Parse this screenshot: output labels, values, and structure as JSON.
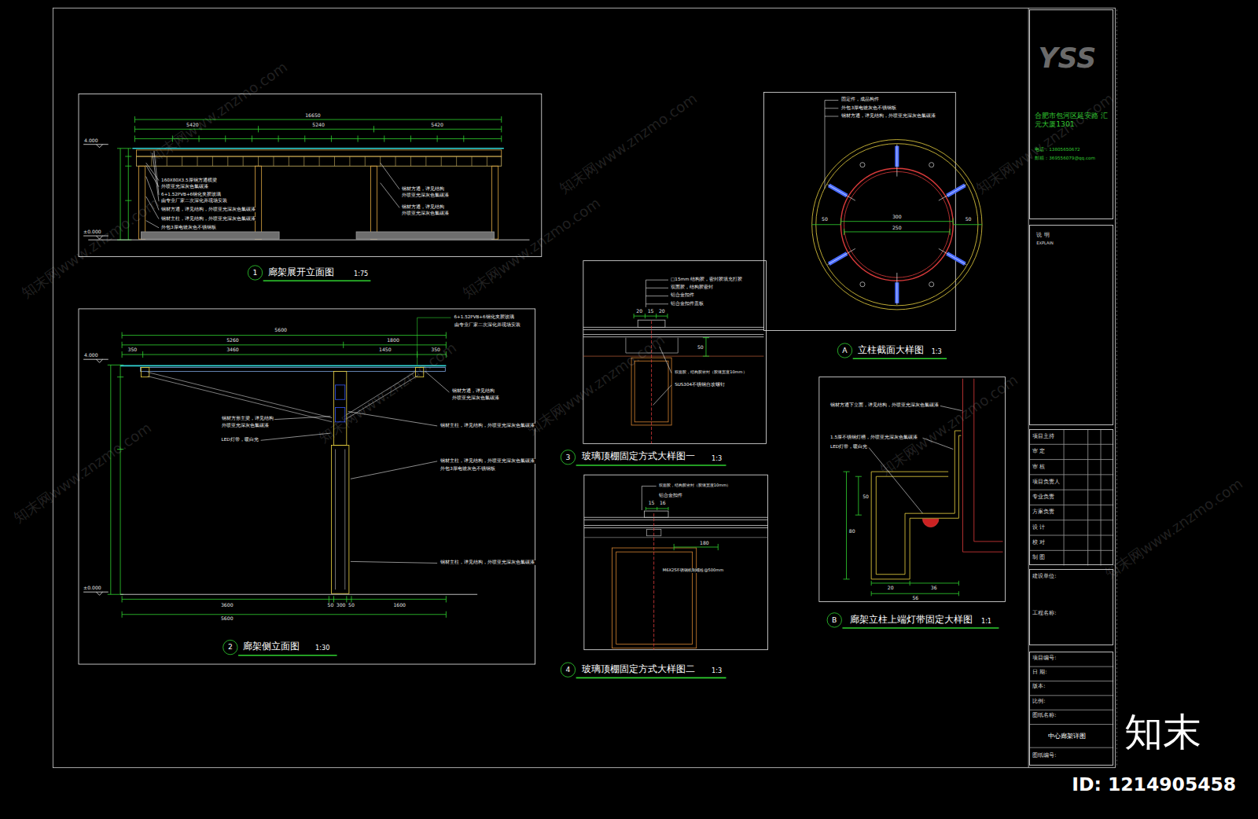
{
  "diagram": {
    "nodes": [
      {
        "text": [
          "YSS",
          "合肥市包河区延安路 汇元大厦1301",
          "电话：13805650672",
          "邮箱：369556079@qq.com"
        ]
      },
      {
        "text": [
          "说 明",
          "EXPLAIN"
        ]
      },
      {
        "text": [
          "项目主持",
          "审 定",
          "审 核",
          "项目负责人",
          "专业负责",
          "方案负责",
          "设 计",
          "校 对",
          "制 图"
        ]
      },
      {
        "text": [
          "建设单位:",
          "工程名称:"
        ]
      },
      {
        "text": [
          "项目编号:",
          "日 期:",
          "版本:",
          "比例:",
          "图纸名称:",
          "中心廊架详图",
          "图纸编号:"
        ]
      }
    ],
    "labels": [
      "16650",
      "5420",
      "5240",
      "5420",
      "4.000",
      "±0.000",
      "160X80X3.5厚钢方通横梁",
      "外喷亚光深灰色氟碳漆",
      "6+1.52PVB+6钢化夹胶玻璃",
      "由专业厂家二次深化并现场安装",
      "钢材方通，详见结构，外喷亚光深灰色氟碳漆",
      "钢材主柱，详见结构，外喷亚光深灰色氟碳漆",
      "外包3厚电镀灰色不锈钢板",
      "钢材方通，详见结构",
      "外喷亚光深灰色氟碳漆",
      "钢材方通，详见结构",
      "外喷亚光深灰色氟碳漆",
      "1",
      "廊架展开立面图",
      "1:75",
      "5600",
      "5260",
      "1800",
      "350",
      "3460",
      "1450",
      "350",
      "4.000",
      "±0.000",
      "3600",
      "50",
      "300",
      "50",
      "1600",
      "5600",
      "6+1.52PVB+6钢化夹胶玻璃",
      "由专业厂家二次深化并现场安装",
      "钢材方通，详见结构",
      "外喷亚光深灰色氟碳漆",
      "钢材主柱，详见结构，外喷亚光深灰色氟碳漆",
      "钢材主柱，详见结构，外喷亚光深灰色氟碳漆",
      "外包3厚电镀灰色不锈钢板",
      "钢材主柱，详见结构，外喷亚光深灰色氟碳漆",
      "钢材方形主梁，详见结构",
      "外喷亚光深灰色氟碳漆",
      "LED灯带，暖白光",
      "2",
      "廊架侧立面图",
      "1:30",
      "□15mm 结构胶，密封胶填充打胶",
      "双面胶，结构胶密封",
      "铝合金扣件",
      "铝合金扣件盖板",
      "20",
      "15",
      "20",
      "50",
      "双面胶，结构胶密封（胶缝宽度10mm）",
      "SUS304不锈钢自攻螺钉",
      "3",
      "玻璃顶棚固定方式大样图一",
      "1:3",
      "双面胶，结构胶密封（胶缝宽度10mm）",
      "铝合金扣件",
      "15",
      "16",
      "180",
      "M6X25不锈钢机制螺栓@500mm",
      "4",
      "玻璃顶棚固定方式大样图二",
      "1:3",
      "固定件，成品构件",
      "外包3厚电镀灰色不锈钢板",
      "钢材方通，详见结构，外喷亚光深灰色氟碳漆",
      "300",
      "250",
      "50",
      "50",
      "A",
      "立柱截面大样图",
      "1:3",
      "钢材方通下立面，详见结构，外喷亚光深灰色氟碳漆",
      "1.5厚不锈钢灯槽，外喷亚光深灰色氟碳漆",
      "LED灯带，暖白光",
      "50",
      "80",
      "20",
      "36",
      "56",
      "B",
      "廊架立柱上端灯带固定大样图",
      "1:1",
      "知末",
      "ID: 1214905458",
      "知末网www.znzmo.com",
      "知末网www.znzmo.com",
      "知末网www.znzmo.com",
      "知末网www.znzmo.com",
      "知末网www.znzmo.com",
      "知末网www.znzmo.com",
      "知末网www.znzmo.com",
      "知末网www.znzmo.com",
      "知末网www.znzmo.com",
      "知末网www.znzmo.com"
    ]
  }
}
